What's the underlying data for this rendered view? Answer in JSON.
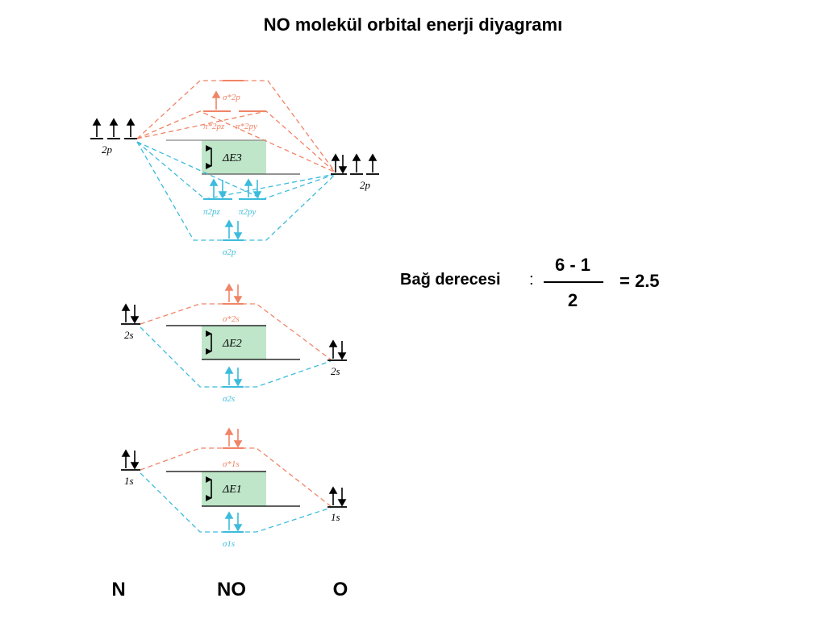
{
  "title": "NO molekül orbital enerji diyagramı",
  "atoms": {
    "left": "N",
    "middle": "NO",
    "right": "O"
  },
  "colors": {
    "antibonding": "#f08466",
    "bonding": "#3cbcdc",
    "gap_fill": "#bfe6c9",
    "line": "#000000"
  },
  "levels": {
    "n2p": "2p",
    "o2p": "2p",
    "n2s": "2s",
    "o2s": "2s",
    "n1s": "1s",
    "o1s": "1s"
  },
  "energy_gaps": [
    "ΔE3",
    "ΔE2",
    "ΔE1"
  ],
  "orbitals": {
    "sigma_star_2p": "σ*2p",
    "pi_star_2pz": "π*2pz",
    "pi_star_2py": "π*2py",
    "pi_2pz": "π2pz",
    "pi_2py": "π2py",
    "sigma_2p": "σ2p",
    "sigma_star_2s": "σ*2s",
    "sigma_2s": "σ2s",
    "sigma_star_1s": "σ*1s",
    "sigma_1s": "σ1s"
  },
  "bond_order": {
    "label": "Bağ derecesi",
    "separator": ":",
    "numerator": "6 - 1",
    "denominator": "2",
    "result": "= 2.5"
  }
}
